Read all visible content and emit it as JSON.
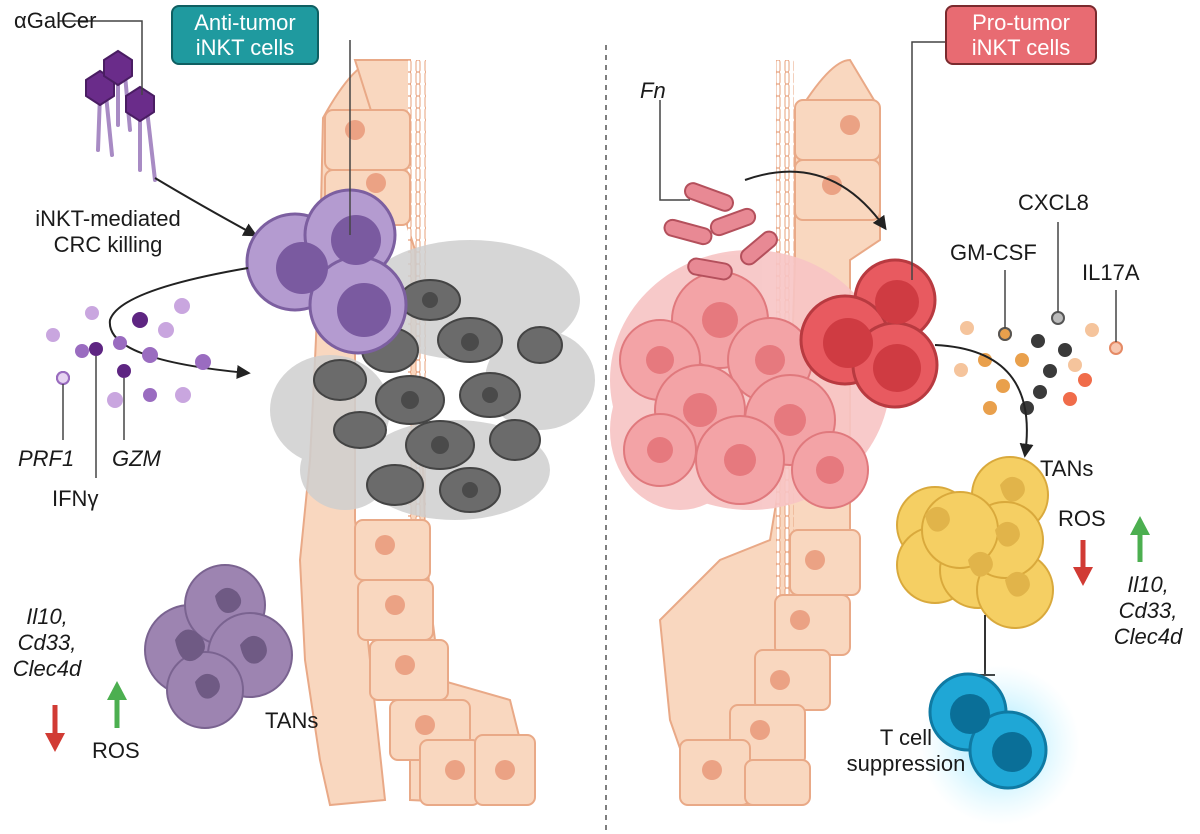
{
  "left_panel": {
    "header_line1": "Anti-tumor",
    "header_line2": "iNKT cells",
    "agonist_label": "αGalCer",
    "killing_line1": "iNKT-mediated",
    "killing_line2": "CRC killing",
    "prf1": "PRF1",
    "gzm": "GZM",
    "ifng": "IFNγ",
    "genes": [
      "Il10,",
      "Cd33,",
      "Clec4d"
    ],
    "ros": "ROS",
    "tans": "TANs"
  },
  "right_panel": {
    "header_line1": "Pro-tumor",
    "header_line2": "iNKT cells",
    "bacteria_label": "Fn",
    "cxcl8": "CXCL8",
    "gmcsf": "GM-CSF",
    "il17a": "IL17A",
    "tans": "TANs",
    "ros": "ROS",
    "genes": [
      "Il10,",
      "Cd33,",
      "Clec4d"
    ],
    "tcell_line1": "T cell",
    "tcell_line2": "suppression"
  },
  "colors": {
    "anti_badge": "#1f9a9f",
    "pro_badge": "#e86b72",
    "epithelium": "#f9d7bf",
    "inkt_purple": "#a98cc2",
    "inkt_red": "#e85a60",
    "tan_purple": "#9d84b1",
    "tan_yellow": "#f5cf63",
    "tcell_blue": "#1fa7d6",
    "up_arrow": "#4caf50",
    "down_arrow": "#d13b34"
  }
}
